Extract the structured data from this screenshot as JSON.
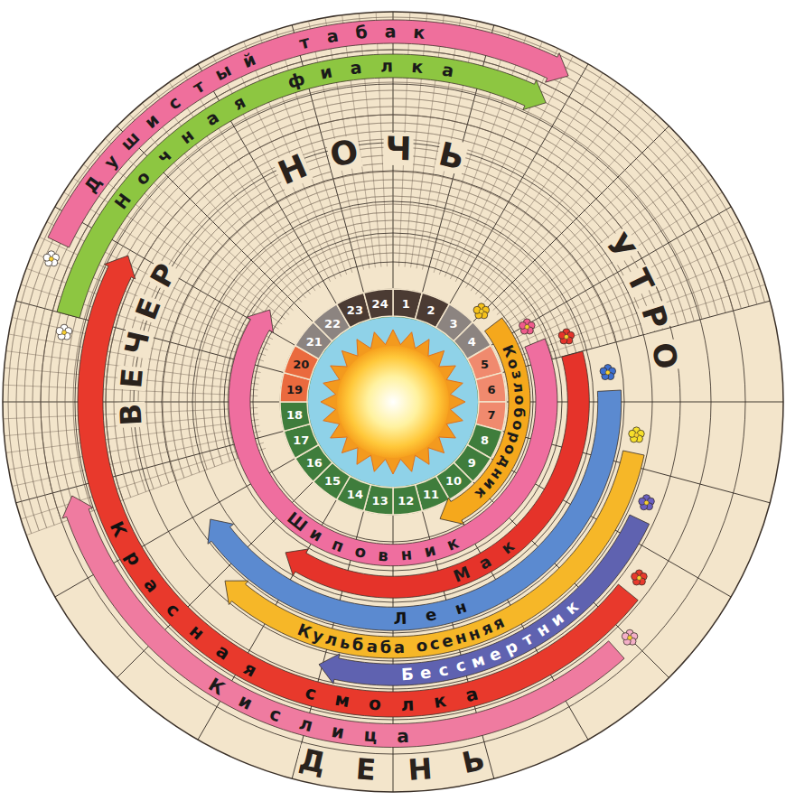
{
  "diagram": {
    "nodes": [
      {
        "text": [
          "Душистый табак"
        ]
      },
      {
        "text": [
          "Ночная фиалка"
        ]
      },
      {
        "text": [
          "Козлобородник"
        ]
      },
      {
        "text": [
          "Шиповник"
        ]
      },
      {
        "text": [
          "Мак"
        ]
      },
      {
        "text": [
          "Лен"
        ]
      },
      {
        "text": [
          "Кульбаба осенняя"
        ]
      },
      {
        "text": [
          "Бессмертник"
        ]
      },
      {
        "text": [
          "Красная смолка"
        ]
      },
      {
        "text": [
          "Кислица"
        ]
      }
    ],
    "labels": [
      "НОЧЬ",
      "УТРО",
      "ВЕЧЕР",
      "1",
      "2",
      "3",
      "4",
      "5",
      "6",
      "7",
      "8",
      "9",
      "10",
      "11",
      "12",
      "13",
      "14",
      "15",
      "16",
      "17",
      "18",
      "19",
      "20",
      "21",
      "22",
      "23",
      "24",
      "ДЕНЬ"
    ]
  }
}
